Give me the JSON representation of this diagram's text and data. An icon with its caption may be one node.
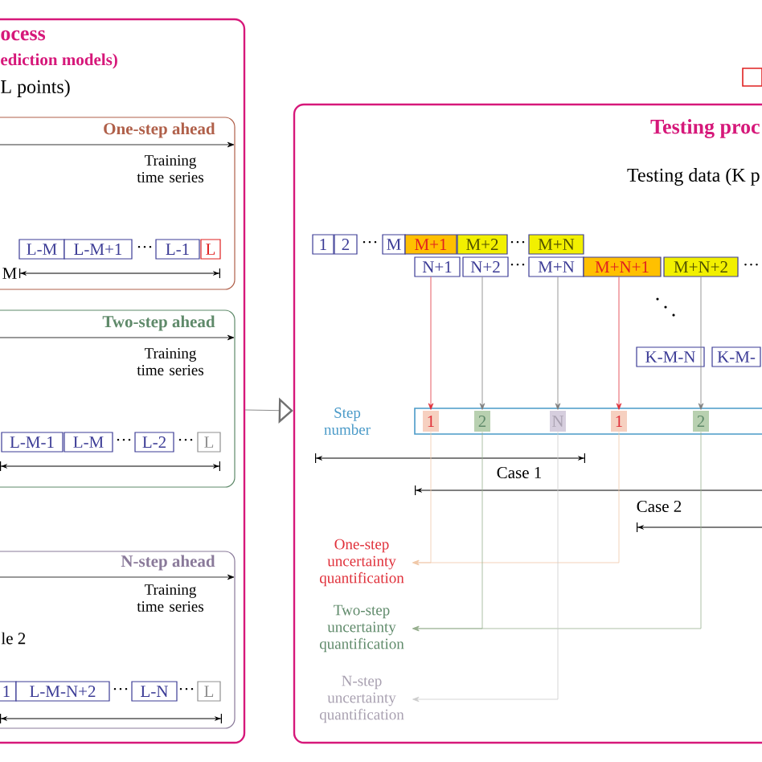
{
  "diagram": {
    "nodes": [
      {
        "text": [
          "ocess",
          "ediction models)",
          "L points)"
        ]
      },
      {
        "text": [
          "One-step ahead",
          "Training time series"
        ],
        "in": 0
      },
      {
        "text": [
          "L-M"
        ],
        "in": 1
      },
      {
        "text": [
          "L-M+1"
        ],
        "in": 1
      },
      {
        "text": [
          "L-1"
        ],
        "in": 1
      },
      {
        "text": [
          "L"
        ],
        "in": 1
      },
      {
        "text": [
          "Two-step ahead",
          "Training time series"
        ],
        "in": 0
      },
      {
        "text": [
          "L-M-1"
        ],
        "in": 6
      },
      {
        "text": [
          "L-M"
        ],
        "in": 6
      },
      {
        "text": [
          "L-2"
        ],
        "in": 6
      },
      {
        "text": [
          "L"
        ],
        "in": 6
      },
      {
        "text": [
          "N-step ahead",
          "Training time series"
        ],
        "in": 0
      },
      {
        "text": [
          "1"
        ],
        "in": 11
      },
      {
        "text": [
          "L-M-N+2"
        ],
        "in": 11
      },
      {
        "text": [
          "L-N"
        ],
        "in": 11
      },
      {
        "text": [
          "L"
        ],
        "in": 11
      },
      {
        "text": [
          "Testing proc",
          "Testing data (K p"
        ]
      },
      {
        "text": [
          "1"
        ],
        "in": 16
      },
      {
        "text": [
          "2"
        ],
        "in": 16
      },
      {
        "text": [
          "M"
        ],
        "in": 16
      },
      {
        "text": [
          "M+1"
        ],
        "in": 16
      },
      {
        "text": [
          "M+2"
        ],
        "in": 16
      },
      {
        "text": [
          "M+N"
        ],
        "in": 16
      },
      {
        "text": [
          "N+1"
        ],
        "in": 16
      },
      {
        "text": [
          "N+2"
        ],
        "in": 16
      },
      {
        "text": [
          "M+N"
        ],
        "in": 16
      },
      {
        "text": [
          "M+N+1"
        ],
        "in": 16
      },
      {
        "text": [
          "M+N+2"
        ],
        "beside": [
          "···"
        ],
        "in": 16
      },
      {
        "text": [
          "K-M-N"
        ],
        "in": 16
      },
      {
        "text": [
          "K-M-"
        ],
        "in": 16
      },
      {
        "text": [],
        "shape": "bar",
        "beside": [
          "Step number"
        ],
        "in": 16
      },
      {
        "text": [
          "1"
        ],
        "in": 30
      },
      {
        "text": [
          "2"
        ],
        "in": 30
      },
      {
        "text": [
          "N"
        ],
        "in": 30
      },
      {
        "text": [
          "1"
        ],
        "in": 30
      },
      {
        "text": [
          "2"
        ],
        "in": 30
      },
      {
        "text": [
          "One-step uncertainty quantification"
        ],
        "in": 16
      },
      {
        "text": [
          "Two-step uncertainty quantification"
        ],
        "in": 16
      },
      {
        "text": [
          "N-step uncertainty quantification"
        ],
        "in": 16
      },
      {
        "text": [],
        "shape": "box"
      }
    ],
    "edges": [
      {
        "from": 0,
        "to": 16,
        "arrow": "to",
        "color": "#707070"
      },
      {
        "from": 23,
        "to": 31,
        "arrow": "to",
        "color": "#e0303a"
      },
      {
        "from": 24,
        "to": 32,
        "arrow": "to",
        "color": "#7f7f7f"
      },
      {
        "from": 25,
        "to": 33,
        "arrow": "to",
        "color": "#7f7f7f"
      },
      {
        "from": 26,
        "to": 34,
        "arrow": "to",
        "color": "#e0303a"
      },
      {
        "from": 27,
        "to": 35,
        "arrow": "to",
        "color": "#7f7f7f"
      },
      {
        "from": 31,
        "to": 36,
        "arrow": "to",
        "color": "#f0c8a8"
      },
      {
        "from": 34,
        "to": 36,
        "arrow": "to",
        "color": "#f0c8a8"
      },
      {
        "from": 32,
        "to": 37,
        "arrow": "to",
        "color": "#98b090"
      },
      {
        "from": 35,
        "to": 37,
        "arrow": "to",
        "color": "#98b090"
      },
      {
        "from": 33,
        "to": 38,
        "arrow": "to",
        "color": "#cccccc"
      }
    ],
    "labels": [
      "···",
      "M",
      "···",
      "···",
      "le 2",
      "···",
      "···",
      "···",
      "···",
      "···",
      "Case 1",
      "Case 2"
    ]
  }
}
